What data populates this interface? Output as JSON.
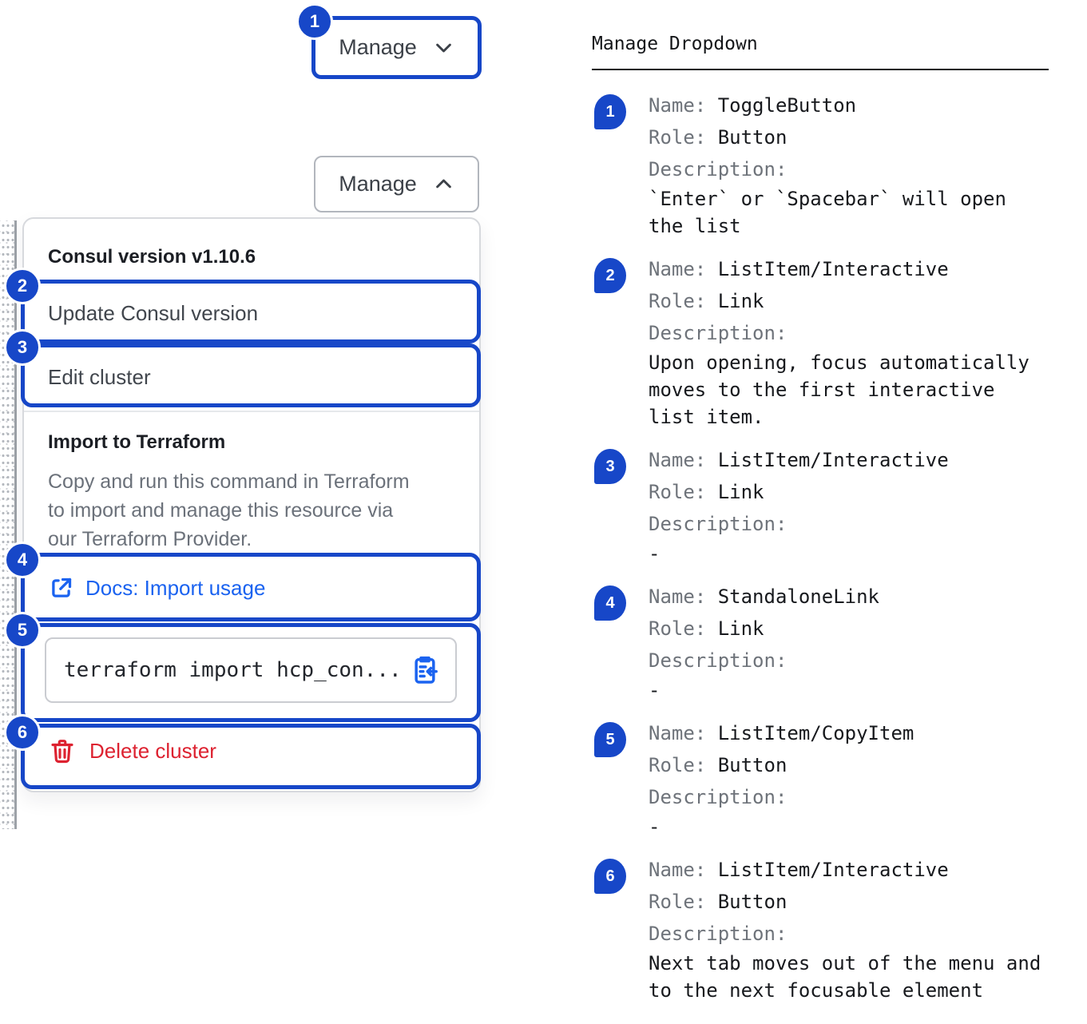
{
  "colors": {
    "accent_blue": "#1747c8",
    "link_blue": "#1b63f0",
    "danger_red": "#dd2230"
  },
  "left": {
    "toggle_collapsed": {
      "label": "Manage"
    },
    "toggle_expanded": {
      "label": "Manage"
    },
    "badges": [
      "1",
      "2",
      "3",
      "4",
      "5",
      "6"
    ],
    "dropdown": {
      "version_header": "Consul version v1.10.6",
      "update_item": "Update Consul version",
      "edit_item": "Edit cluster",
      "import_title": "Import to Terraform",
      "import_description": "Copy and run this command in Terraform\nto import and manage this resource via\nour Terraform Provider.",
      "docs_link": "Docs: Import usage",
      "command": "terraform import hcp_con...",
      "delete_item": "Delete cluster"
    }
  },
  "right": {
    "title": "Manage Dropdown",
    "labels": {
      "name": "Name:",
      "role": "Role:",
      "desc": "Description:"
    },
    "rows": [
      {
        "num": "1",
        "name": "ToggleButton",
        "role": "Button",
        "desc": "`Enter` or `Spacebar` will open\nthe list"
      },
      {
        "num": "2",
        "name": "ListItem/Interactive",
        "role": "Link",
        "desc": "Upon opening, focus automatically\nmoves to the first interactive\nlist item."
      },
      {
        "num": "3",
        "name": "ListItem/Interactive",
        "role": "Link",
        "desc": "-"
      },
      {
        "num": "4",
        "name": "StandaloneLink",
        "role": "Link",
        "desc": "-"
      },
      {
        "num": "5",
        "name": "ListItem/CopyItem",
        "role": "Button",
        "desc": "-"
      },
      {
        "num": "6",
        "name": "ListItem/Interactive",
        "role": "Button",
        "desc": "Next tab moves out of the menu and\nto the next focusable element"
      }
    ]
  }
}
